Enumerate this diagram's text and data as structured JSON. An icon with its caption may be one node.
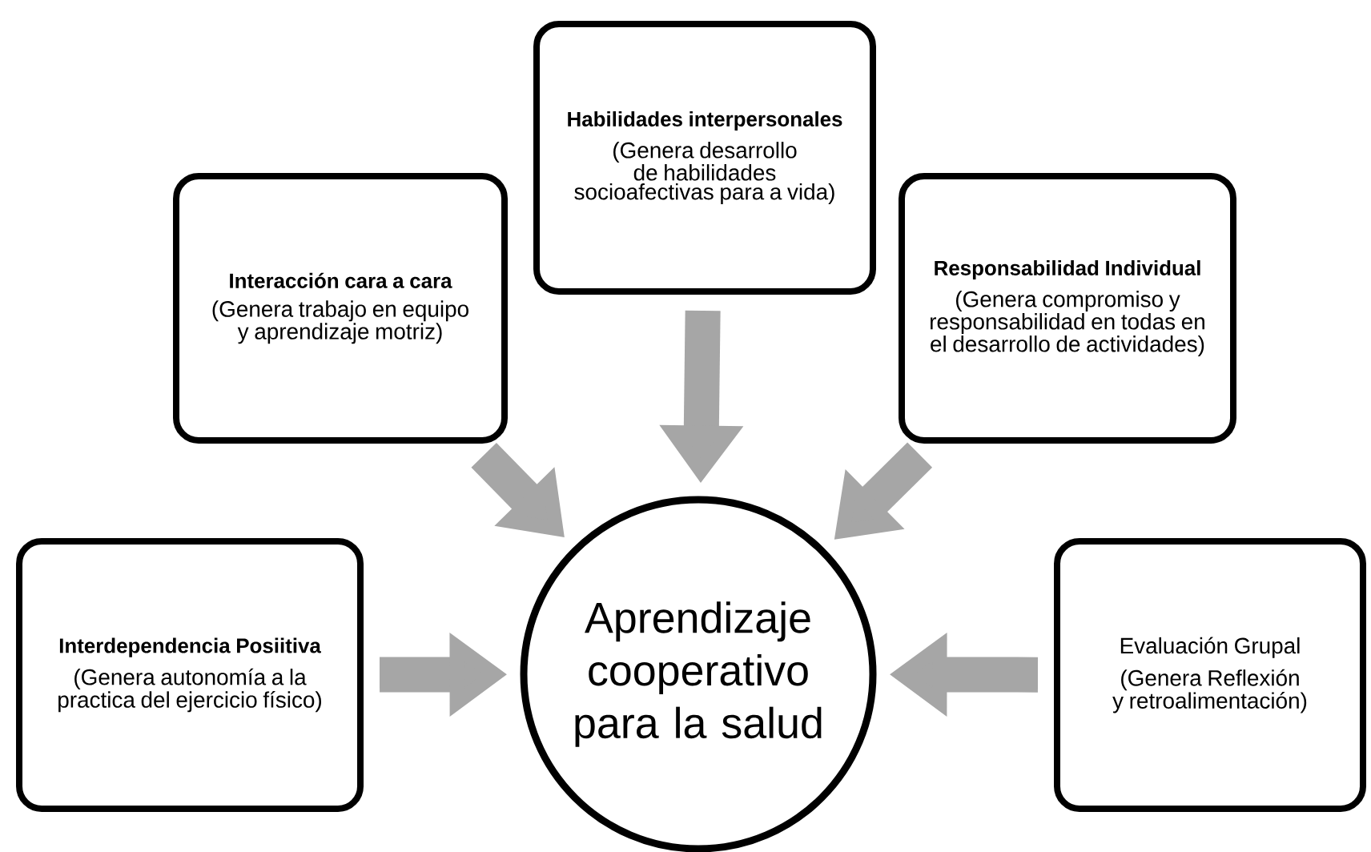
{
  "diagram": {
    "nodes": [
      {
        "text": [
          "Habilidades interpersonales",
          "(Genera desarrollo de habilidades socioafectivas para a vida)"
        ]
      },
      {
        "text": [
          "Interacción cara a cara",
          "(Genera  trabajo en equipo y aprendizaje motriz)"
        ]
      },
      {
        "text": [
          "Responsabilidad Individual",
          "(Genera  compromiso y responsabilidad en todas  en el desarrollo de actividades)"
        ]
      },
      {
        "text": [
          "Interdependencia Posiitiva",
          "(Genera autonomía a la practica del ejercicio físico)"
        ]
      },
      {
        "text": [
          "Aprendizaje cooperativo para la salud"
        ]
      },
      {
        "text": [
          "Evaluación Grupal",
          "(Genera Reflexión y retroalimentación)"
        ]
      }
    ],
    "edges": [
      {
        "from": 0,
        "to": 4,
        "arrow": "to"
      },
      {
        "from": 1,
        "to": 4,
        "arrow": "to"
      },
      {
        "from": 2,
        "to": 4,
        "arrow": "to"
      },
      {
        "from": 3,
        "to": 4,
        "arrow": "to"
      },
      {
        "from": 5,
        "to": 4,
        "arrow": "to"
      }
    ]
  }
}
